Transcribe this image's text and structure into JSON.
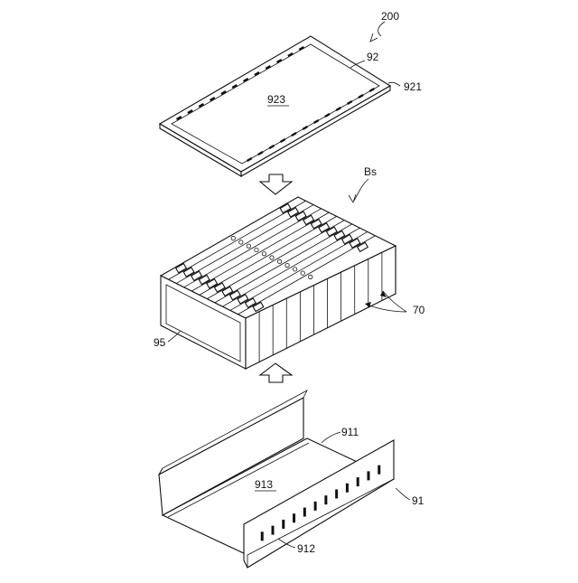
{
  "labels": {
    "assembly": "200",
    "lid": "92",
    "lid_rim": "921",
    "lid_surface": "923",
    "stack": "Bs",
    "cells": "70",
    "end_plate": "95",
    "case_side": "911",
    "case_body": "91",
    "case_floor": "913",
    "case_wall": "912"
  },
  "cell_count": 11,
  "wall_slot_count": 12
}
